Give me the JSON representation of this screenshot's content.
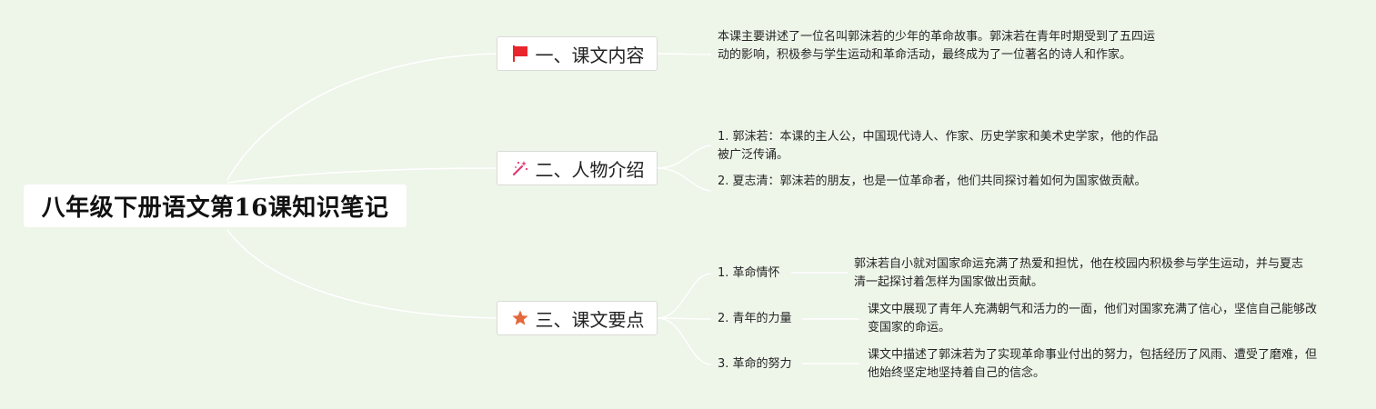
{
  "root": {
    "title": "八年级下册语文第16课知识笔记"
  },
  "branches": [
    {
      "label": "一、课文内容",
      "icon": "red-flag-icon",
      "content": "本课主要讲述了一位名叫郭沫若的少年的革命故事。郭沫若在青年时期受到了五四运动的影响，积极参与学生运动和革命活动，最终成为了一位著名的诗人和作家。"
    },
    {
      "label": "二、人物介绍",
      "icon": "magic-wand-icon",
      "items": [
        "1. 郭沫若：本课的主人公，中国现代诗人、作家、历史学家和美术史学家，他的作品被广泛传诵。",
        "2. 夏志清：郭沫若的朋友，也是一位革命者，他们共同探讨着如何为国家做贡献。"
      ]
    },
    {
      "label": "三、课文要点",
      "icon": "orange-star-icon",
      "points": [
        {
          "label": "1. 革命情怀",
          "detail": "郭沫若自小就对国家命运充满了热爱和担忧，他在校园内积极参与学生运动，并与夏志清一起探讨着怎样为国家做出贡献。"
        },
        {
          "label": "2. 青年的力量",
          "detail": "课文中展现了青年人充满朝气和活力的一面，他们对国家充满了信心，坚信自己能够改变国家的命运。"
        },
        {
          "label": "3. 革命的努力",
          "detail": "课文中描述了郭沫若为了实现革命事业付出的努力，包括经历了风雨、遭受了磨难，但他始终坚定地坚持着自己的信念。"
        }
      ]
    }
  ],
  "colors": {
    "background": "#eef5e9",
    "connector": "#ffffff",
    "flag": "#e8262b",
    "wand": "#e0386f",
    "star": "#e4683a"
  }
}
